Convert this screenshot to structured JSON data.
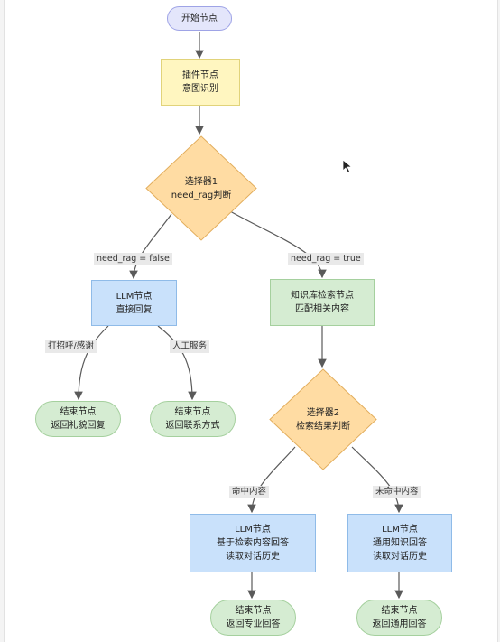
{
  "nodes": {
    "start": [
      "开始节点"
    ],
    "plugin": [
      "插件节点",
      "意图识别"
    ],
    "selector1": [
      "选择器1",
      "need_rag判断"
    ],
    "llm1": [
      "LLM节点",
      "直接回复"
    ],
    "kb": [
      "知识库检索节点",
      "匹配相关内容"
    ],
    "end1": [
      "结束节点",
      "返回礼貌回复"
    ],
    "end2": [
      "结束节点",
      "返回联系方式"
    ],
    "selector2": [
      "选择器2",
      "检索结果判断"
    ],
    "llm2": [
      "LLM节点",
      "基于检索内容回答",
      "读取对话历史"
    ],
    "llm3": [
      "LLM节点",
      "通用知识回答",
      "读取对话历史"
    ],
    "end3": [
      "结束节点",
      "返回专业回答"
    ],
    "end4": [
      "结束节点",
      "返回通用回答"
    ]
  },
  "edge_labels": {
    "need_rag_false": "need_rag = false",
    "need_rag_true": "need_rag = true",
    "greeting_thanks": "打招呼/感谢",
    "human_service": "人工服务",
    "hit": "命中内容",
    "miss": "未命中内容"
  },
  "colors": {
    "start_fill": "#e4e6fb",
    "plugin_fill": "#fff6c0",
    "selector_fill": "#ffdca3",
    "llm_fill": "#c9e1fb",
    "green_fill": "#d5ecd2",
    "edge": "#5a5a5a"
  },
  "icons": [
    "mouse-cursor-icon"
  ]
}
